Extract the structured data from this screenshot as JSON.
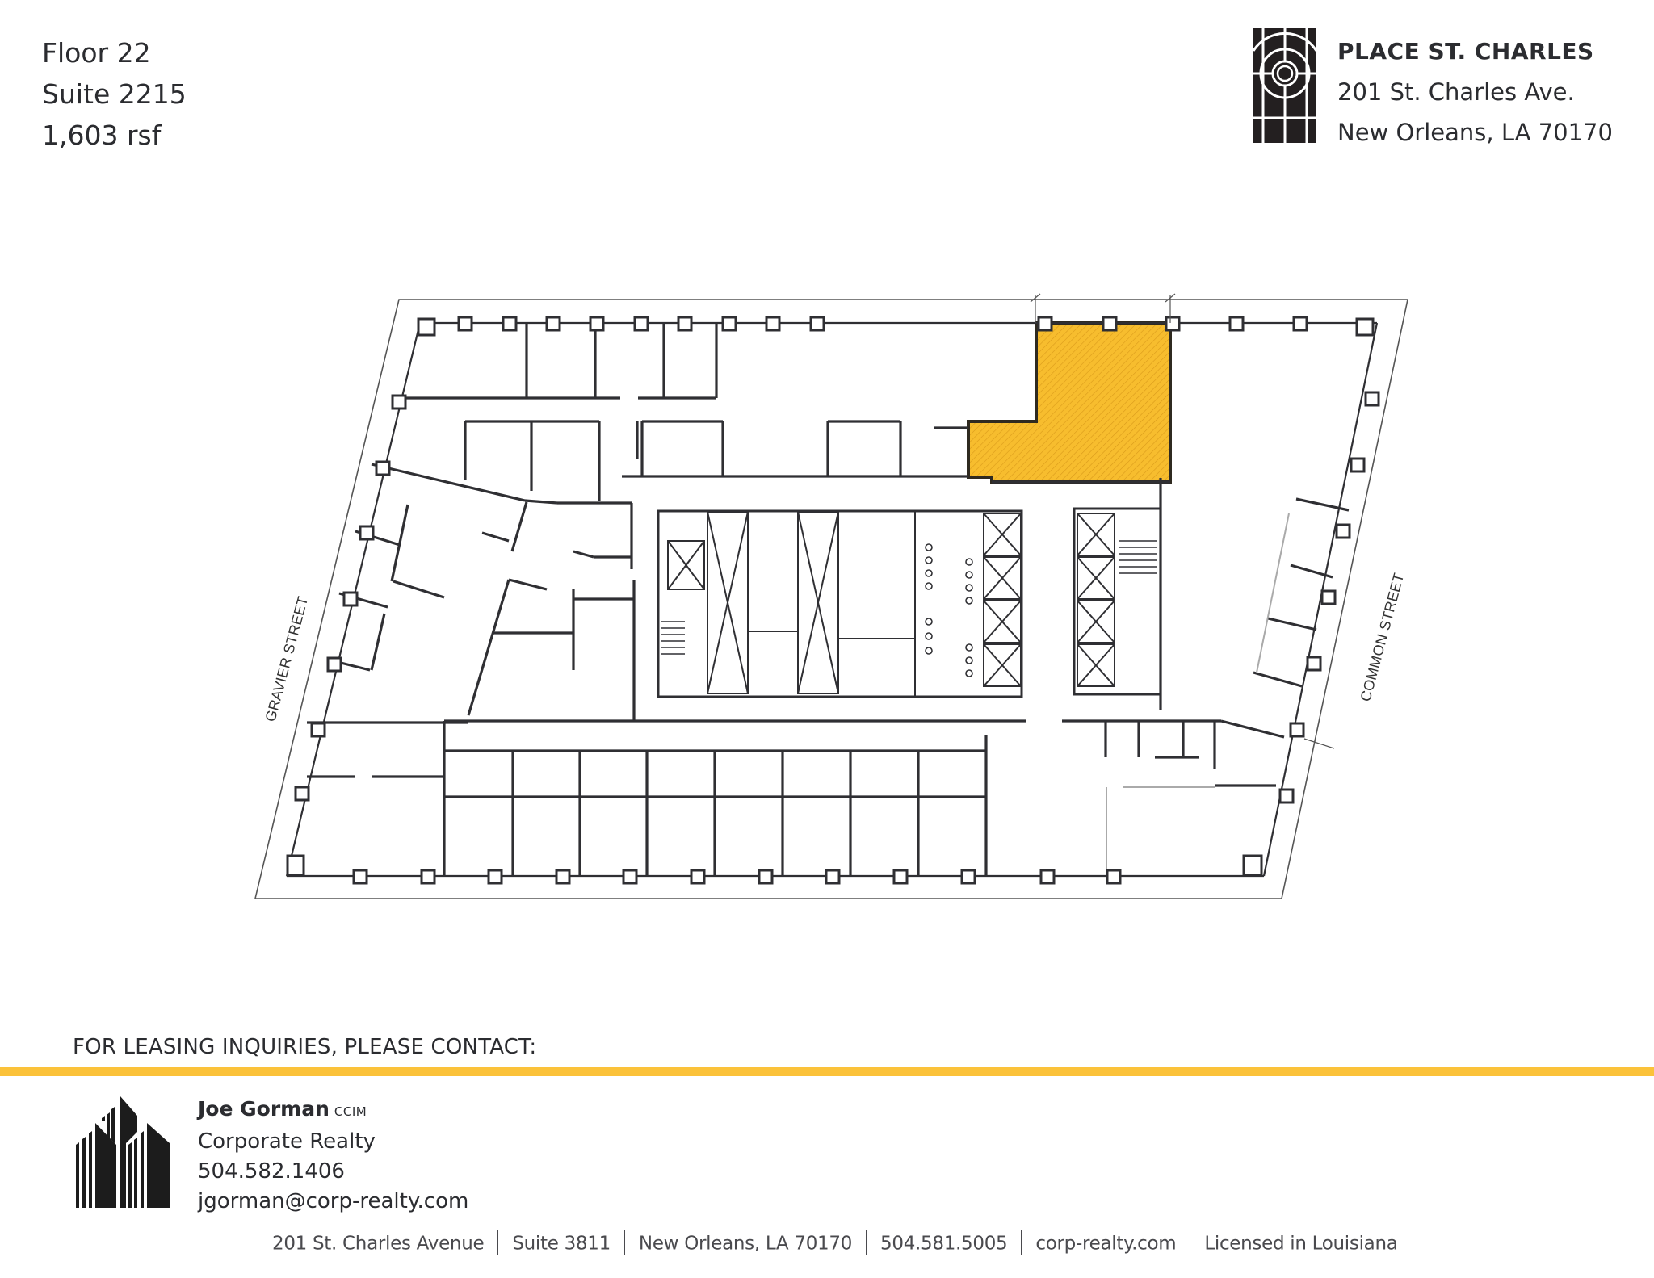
{
  "suite_info": {
    "floor": "Floor 22",
    "suite": "Suite 2215",
    "area": "1,603 rsf"
  },
  "building": {
    "logo_icon": "place-st-charles-logo-icon",
    "name": "PLACE ST. CHARLES",
    "address_line1": "201 St. Charles Ave.",
    "address_line2": "New Orleans, LA 70170"
  },
  "floor_plan": {
    "streets": {
      "left": "GRAVIER STREET",
      "right": "COMMON STREET"
    },
    "highlight_color": "#f7bd2e",
    "wall_color": "#2f2f33"
  },
  "contact": {
    "heading": "FOR LEASING INQUIRIES, PLEASE CONTACT:",
    "accent_color": "#fbc23a",
    "logo_icon": "corporate-realty-buildings-icon",
    "name": "Joe Gorman",
    "credential": "CCIM",
    "company": "Corporate Realty",
    "phone": "504.582.1406",
    "email": "jgorman@corp-realty.com"
  },
  "footer": {
    "items": [
      "201 St. Charles Avenue",
      "Suite 3811",
      "New Orleans, LA 70170",
      "504.581.5005",
      "corp-realty.com",
      "Licensed in Louisiana"
    ]
  }
}
